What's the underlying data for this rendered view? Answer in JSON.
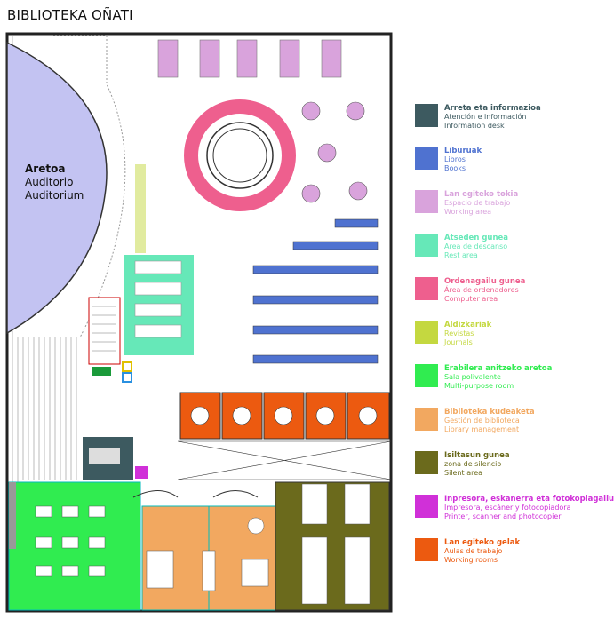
{
  "title": "BIBLIOTEKA OÑATI",
  "auditorium": {
    "name": "Aretoa",
    "es": "Auditorio",
    "en": "Auditorium"
  },
  "legend": [
    {
      "eu": "Arreta eta informazioa",
      "es": "Atención e información",
      "en": "Information desk",
      "color": "#3d5a60"
    },
    {
      "eu": "Liburuak",
      "es": "Libros",
      "en": "Books",
      "color": "#4f72d0"
    },
    {
      "eu": "Lan egiteko tokia",
      "es": "Espacio de trabajo",
      "en": "Working area",
      "color": "#d9a3dc"
    },
    {
      "eu": "Atseden gunea",
      "es": "Area de descanso",
      "en": "Rest area",
      "color": "#66e8b8"
    },
    {
      "eu": "Ordenagailu gunea",
      "es": "Área de ordenadores",
      "en": "Computer area",
      "color": "#ee5f8e"
    },
    {
      "eu": "Aldizkariak",
      "es": "Revistas",
      "en": "Journals",
      "color": "#c4d840"
    },
    {
      "eu": "Erabilera anitzeko aretoa",
      "es": "Sala polivalente",
      "en": "Multi-purpose room",
      "color": "#30ec50"
    },
    {
      "eu": "Biblioteka kudeaketa",
      "es": "Gestión de biblioteca",
      "en": "Library management",
      "color": "#f2a860"
    },
    {
      "eu": "Isiltasun gunea",
      "es": "zona de silencio",
      "en": "Silent area",
      "color": "#6b6a1c"
    },
    {
      "eu": "Inpresora, eskanerra eta fotokopiagailua",
      "es": "Impresora, escáner y fotocopiadora",
      "en": "Printer, scanner and photocopier",
      "color": "#d030d8"
    },
    {
      "eu": "Lan egiteko gelak",
      "es": "Aulas de trabajo",
      "en": "Working rooms",
      "color": "#ec5a10"
    }
  ]
}
